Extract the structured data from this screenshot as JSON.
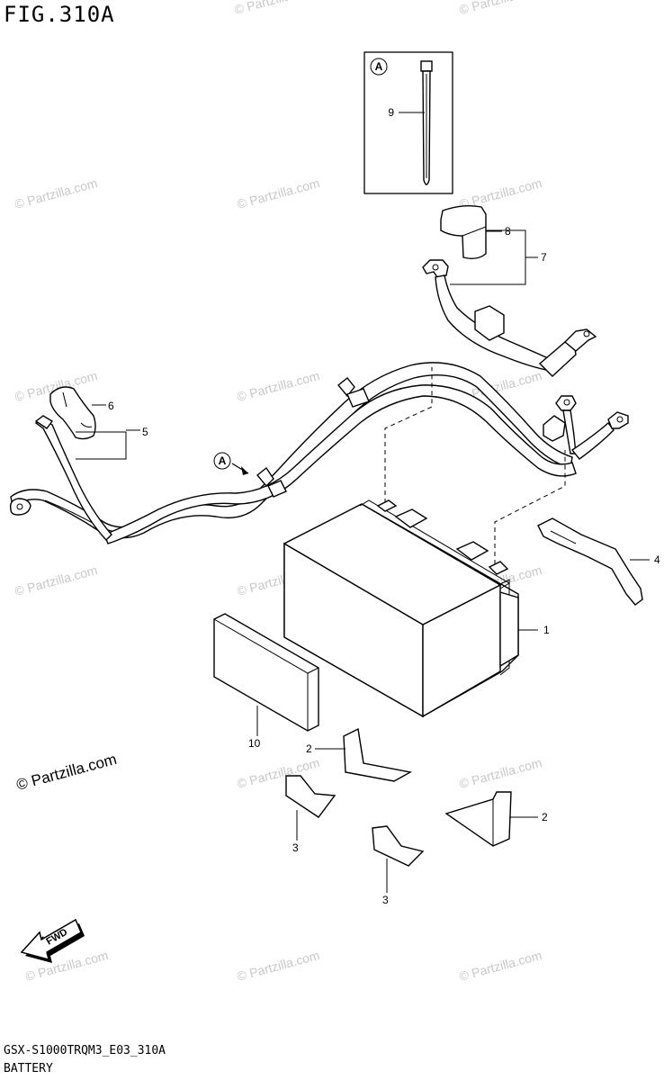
{
  "figure": {
    "title": "FIG.310A",
    "drawing_code": "GSX-S1000TRQM3_E03_310A",
    "caption": "BATTERY"
  },
  "watermark": "© Partzilla.com",
  "detail_view": {
    "marker": "A"
  },
  "callouts": [
    {
      "id": "c1",
      "text": "1"
    },
    {
      "id": "c2a",
      "text": "2"
    },
    {
      "id": "c2b",
      "text": "2"
    },
    {
      "id": "c3a",
      "text": "3"
    },
    {
      "id": "c3b",
      "text": "3"
    },
    {
      "id": "c4",
      "text": "4"
    },
    {
      "id": "c5",
      "text": "5"
    },
    {
      "id": "c6",
      "text": "6"
    },
    {
      "id": "c7",
      "text": "7"
    },
    {
      "id": "c8",
      "text": "8"
    },
    {
      "id": "c9",
      "text": "9"
    },
    {
      "id": "c10",
      "text": "10"
    }
  ],
  "direction_arrow": {
    "label": "FWD"
  },
  "icons": [
    "fwd-arrow-icon",
    "detail-a-marker-icon"
  ]
}
